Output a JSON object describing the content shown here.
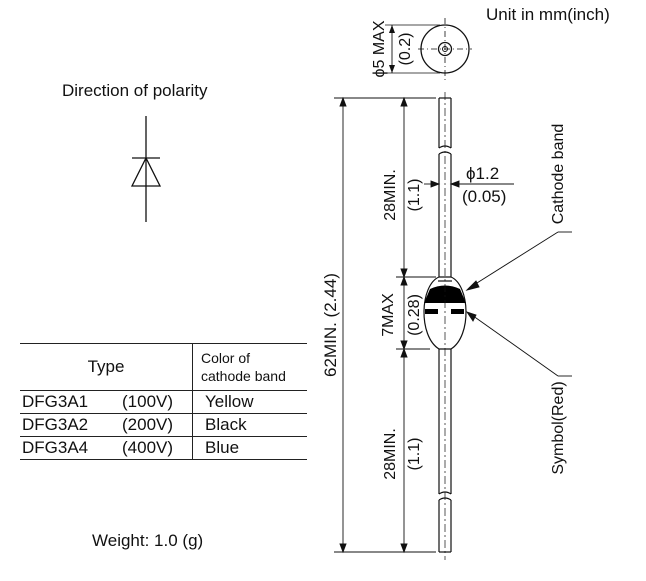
{
  "unit_label": "Unit in mm(inch)",
  "polarity_label": "Direction of polarity",
  "weight_label": "Weight: 1.0 (g)",
  "table": {
    "header_type": "Type",
    "header_color_line1": "Color of",
    "header_color_line2": "cathode band",
    "rows": [
      {
        "model": "DFG3A1",
        "voltage": "(100V)",
        "color": "Yellow"
      },
      {
        "model": "DFG3A2",
        "voltage": "(200V)",
        "color": "Black"
      },
      {
        "model": "DFG3A4",
        "voltage": "(400V)",
        "color": "Blue"
      }
    ]
  },
  "dims": {
    "body_dia": "ϕ5 MAX",
    "body_dia_in": "(0.2)",
    "total_len": "62MIN. (2.44)",
    "lead_len_top": "28MIN.",
    "lead_len_top_in": "(1.1)",
    "body_len": "7MAX",
    "body_len_in": "(0.28)",
    "lead_len_bot": "28MIN.",
    "lead_len_bot_in": "(1.1)",
    "lead_dia": "ϕ1.2",
    "lead_dia_in": "(0.05)"
  },
  "callouts": {
    "cathode_band": "Cathode band",
    "symbol": "Symbol(Red)"
  },
  "colors": {
    "ink": "#111111",
    "band": "#000000"
  }
}
